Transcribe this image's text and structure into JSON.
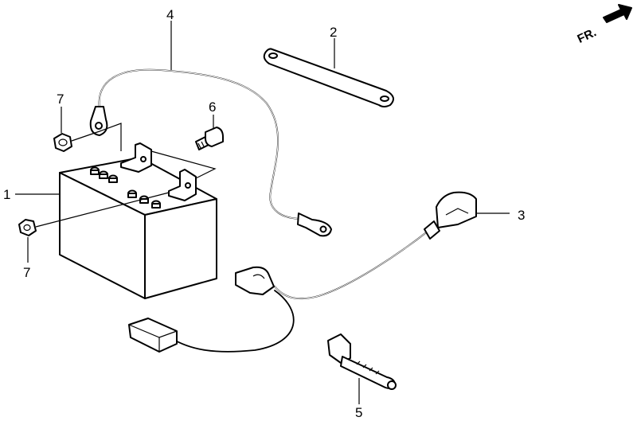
{
  "direction_indicator": {
    "label": "FR."
  },
  "callouts": [
    {
      "id": "1",
      "label": "1"
    },
    {
      "id": "2",
      "label": "2"
    },
    {
      "id": "3",
      "label": "3"
    },
    {
      "id": "4",
      "label": "4"
    },
    {
      "id": "5",
      "label": "5"
    },
    {
      "id": "6",
      "label": "6"
    },
    {
      "id": "7a",
      "label": "7"
    },
    {
      "id": "7b",
      "label": "7"
    }
  ],
  "colors": {
    "line": "#000000",
    "background": "#ffffff"
  }
}
